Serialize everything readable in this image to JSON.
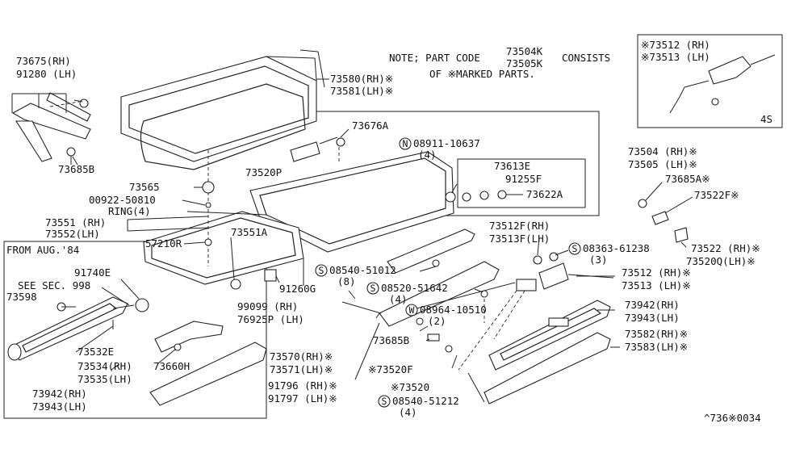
{
  "labels": {
    "p73675": "73675(RH)",
    "p91280": "91280 (LH)",
    "p73685b_top": "73685B",
    "p73580": "73580(RH)※",
    "p73581": "73581(LH)※",
    "note1a": "NOTE; PART CODE",
    "note1b": "73504K",
    "note1c": "73505K",
    "note1d": "CONSISTS",
    "note2": "OF ※MARKED PARTS.",
    "p73512_inset": "※73512 (RH)",
    "p73513_inset": "※73513 (LH)",
    "inset_code": "4S",
    "p73676a": "73676A",
    "p08911": "08911-10637",
    "p08911_qty": "(4)",
    "p73520p": "73520P",
    "p73504": "73504 (RH)※",
    "p73505": "73505 (LH)※",
    "p73613e": "73613E",
    "p91255f": "91255F",
    "p73622a": "73622A",
    "p73685a": "73685A※",
    "p73522f": "73522F※",
    "p73565": "73565",
    "p00922": "00922-50810",
    "ring": "RING(4)",
    "p73551rh": "73551 (RH)",
    "p73552lh": "73552(LH)",
    "p73551a": "73551A",
    "p57210r": "57210R",
    "from_aug": "FROM AUG.'84",
    "p91740e": "91740E",
    "see_sec": "SEE SEC. 998",
    "p73598": "73598",
    "p73532e": "73532E",
    "p73534": "73534(RH)",
    "p73535": "73535(LH)",
    "p73660h": "73660H",
    "p73942_in": "73942(RH)",
    "p73943_in": "73943(LH)",
    "p73512f": "73512F(RH)",
    "p73513f": "73513F(LH)",
    "p08363": "08363-61238",
    "p08363_qty": "(3)",
    "p73522rh": "73522 (RH)※",
    "p73520q": "73520Q(LH)※",
    "p08540a": "08540-51012",
    "p08540a_qty": "(8)",
    "p08520": "08520-51642",
    "p08520_qty": "(4)",
    "p91260g": "91260G",
    "p99099": "99099 (RH)",
    "p76925p": "76925P (LH)",
    "p73512rh": "73512 (RH)※",
    "p73513lh": "73513 (LH)※",
    "p08964": "08964-10510",
    "p08964_qty": "(2)",
    "p73942": "73942(RH)",
    "p73943": "73943(LH)",
    "p73685b": "73685B",
    "p73582": "73582(RH)※",
    "p73583": "73583(LH)※",
    "p73570": "73570(RH)※",
    "p73571": "73571(LH)※",
    "p73520f": "※73520F",
    "p73520": "※73520",
    "p91796": "91796 (RH)※",
    "p91797": "91797 (LH)※",
    "p08540b": "08540-51212",
    "p08540b_qty": "(4)",
    "diagram_code": "^736※0034"
  },
  "markers": {
    "n": "N",
    "s": "S",
    "w": "W"
  }
}
